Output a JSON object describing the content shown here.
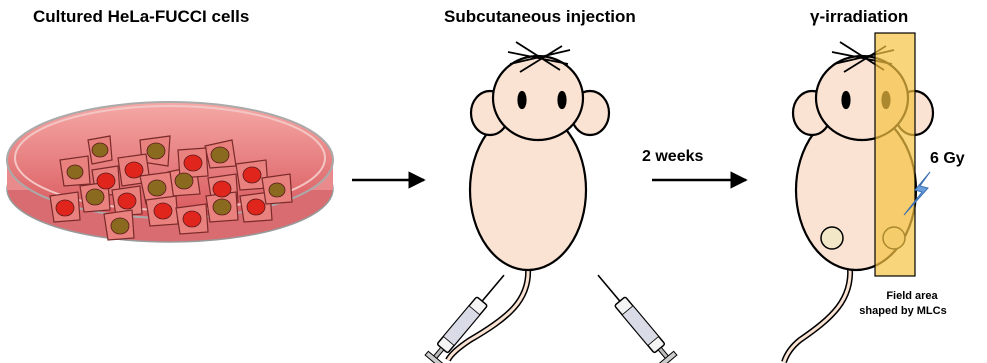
{
  "steps": {
    "culture_title": "Cultured HeLa-FUCCI cells",
    "injection_title": "Subcutaneous injection",
    "irradiation_title": "γ-irradiation"
  },
  "interval_label": "2 weeks",
  "dose_label": "6 Gy",
  "field_label": {
    "line1": "Field area",
    "line2": "shaped by MLCs"
  },
  "colors": {
    "mouse_body": "#fbe3d4",
    "dish_medium": "#e8787a",
    "field_overlay": "#f5c242",
    "red_nucleus": "#e0251d",
    "green_nucleus": "#8a6a1f",
    "tumor": "#f2e8c8"
  }
}
